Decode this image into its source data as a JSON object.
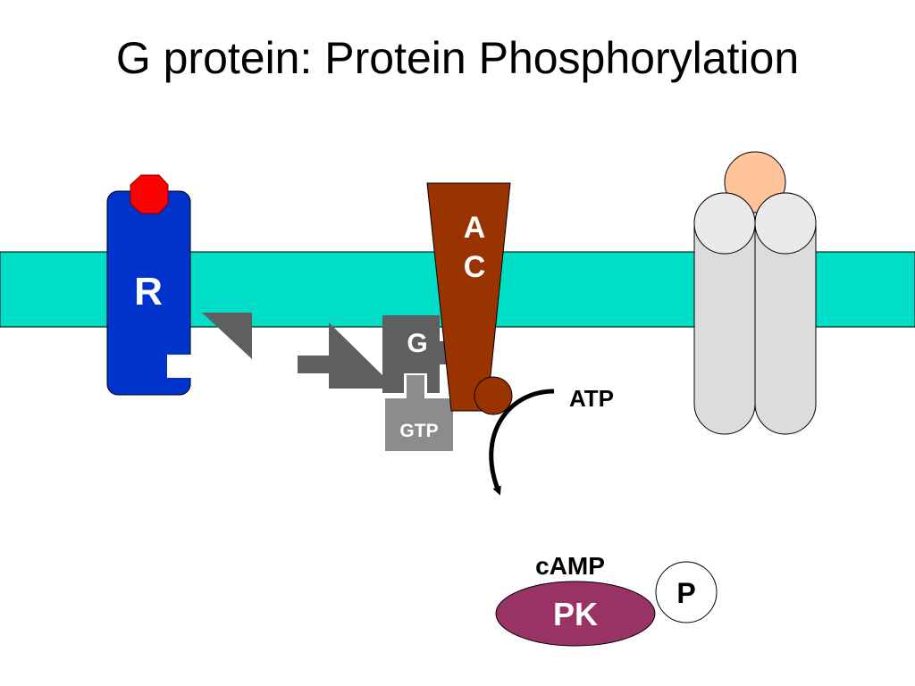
{
  "title": "G protein: Protein Phosphorylation",
  "labels": {
    "receptor": "R",
    "adenylyl_cyclase_line1": "A",
    "adenylyl_cyclase_line2": "C",
    "g_protein": "G",
    "gtp": "GTP",
    "atp": "ATP",
    "camp": "cAMP",
    "protein_kinase": "PK",
    "phosphate": "P"
  },
  "colors": {
    "membrane": "#00DEC8",
    "receptor": "#0033CC",
    "ligand": "#FF0000",
    "g_subunits": "#5F5F5F",
    "gtp_block": "#8C8C8C",
    "adenylyl_cyclase": "#993300",
    "channel": "#DCDCDC",
    "channel_ligand": "#FFC49A",
    "protein_kinase": "#993366"
  }
}
